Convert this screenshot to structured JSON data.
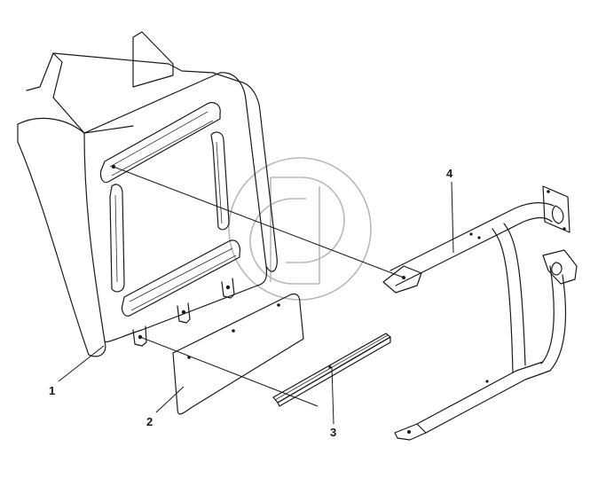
{
  "callouts": [
    {
      "label": "1",
      "part": "fender-panel"
    },
    {
      "label": "2",
      "part": "mud-flap"
    },
    {
      "label": "3",
      "part": "mounting-strip"
    },
    {
      "label": "4",
      "part": "support-bracket"
    }
  ],
  "icons": {
    "watermark": "gd-logo-icon"
  }
}
